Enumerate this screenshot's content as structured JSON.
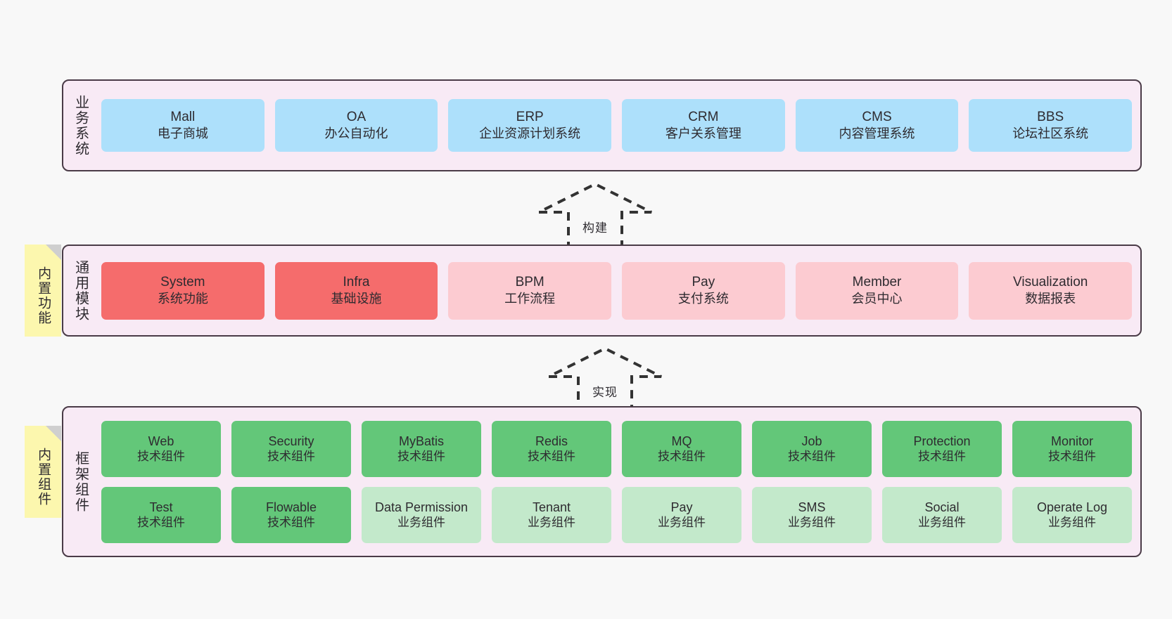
{
  "diagram": {
    "background_color": "#f8f8f8",
    "layer_fill": "#f8eaf5",
    "layer_border": "#4a3b47",
    "note_fill": "#fcf7ae"
  },
  "layers": [
    {
      "id": "business",
      "title": "业务系统",
      "color": "#ade0fb",
      "rows": [
        [
          {
            "name": "Mall",
            "desc": "电子商城",
            "style": "c-blue"
          },
          {
            "name": "OA",
            "desc": "办公自动化",
            "style": "c-blue"
          },
          {
            "name": "ERP",
            "desc": "企业资源计划系统",
            "style": "c-blue"
          },
          {
            "name": "CRM",
            "desc": "客户关系管理",
            "style": "c-blue"
          },
          {
            "name": "CMS",
            "desc": "内容管理系统",
            "style": "c-blue"
          },
          {
            "name": "BBS",
            "desc": "论坛社区系统",
            "style": "c-blue"
          }
        ]
      ]
    },
    {
      "id": "common",
      "title": "通用模块",
      "note": "内置功能",
      "rows": [
        [
          {
            "name": "System",
            "desc": "系统功能",
            "style": "c-red"
          },
          {
            "name": "Infra",
            "desc": "基础设施",
            "style": "c-red"
          },
          {
            "name": "BPM",
            "desc": "工作流程",
            "style": "c-pink"
          },
          {
            "name": "Pay",
            "desc": "支付系统",
            "style": "c-pink"
          },
          {
            "name": "Member",
            "desc": "会员中心",
            "style": "c-pink"
          },
          {
            "name": "Visualization",
            "desc": "数据报表",
            "style": "c-pink"
          }
        ]
      ]
    },
    {
      "id": "framework",
      "title": "框架组件",
      "note": "内置组件",
      "rows": [
        [
          {
            "name": "Web",
            "desc": "技术组件",
            "style": "c-green"
          },
          {
            "name": "Security",
            "desc": "技术组件",
            "style": "c-green"
          },
          {
            "name": "MyBatis",
            "desc": "技术组件",
            "style": "c-green"
          },
          {
            "name": "Redis",
            "desc": "技术组件",
            "style": "c-green"
          },
          {
            "name": "MQ",
            "desc": "技术组件",
            "style": "c-green"
          },
          {
            "name": "Job",
            "desc": "技术组件",
            "style": "c-green"
          },
          {
            "name": "Protection",
            "desc": "技术组件",
            "style": "c-green"
          },
          {
            "name": "Monitor",
            "desc": "技术组件",
            "style": "c-green"
          }
        ],
        [
          {
            "name": "Test",
            "desc": "技术组件",
            "style": "c-green"
          },
          {
            "name": "Flowable",
            "desc": "技术组件",
            "style": "c-green"
          },
          {
            "name": "Data Permission",
            "desc": "业务组件",
            "style": "c-lightgreen"
          },
          {
            "name": "Tenant",
            "desc": "业务组件",
            "style": "c-lightgreen"
          },
          {
            "name": "Pay",
            "desc": "业务组件",
            "style": "c-lightgreen"
          },
          {
            "name": "SMS",
            "desc": "业务组件",
            "style": "c-lightgreen"
          },
          {
            "name": "Social",
            "desc": "业务组件",
            "style": "c-lightgreen"
          },
          {
            "name": "Operate Log",
            "desc": "业务组件",
            "style": "c-lightgreen"
          }
        ]
      ]
    }
  ],
  "connectors": [
    {
      "id": "build",
      "label": "构建",
      "direction": "up",
      "style": "dashed-hollow-arrow"
    },
    {
      "id": "realize",
      "label": "实现",
      "direction": "up",
      "style": "dashed-hollow-arrow"
    }
  ]
}
